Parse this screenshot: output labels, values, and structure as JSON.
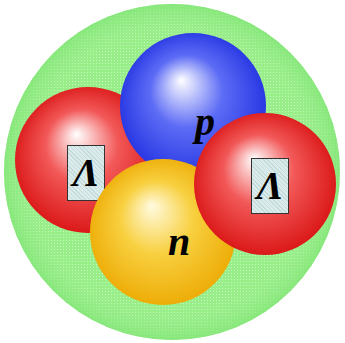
{
  "diagram": {
    "nodes": [
      {
        "text": [
          "p"
        ]
      },
      {
        "text": [
          "Λ"
        ]
      },
      {
        "text": [
          "Λ"
        ]
      },
      {
        "text": [
          "n"
        ]
      }
    ]
  }
}
